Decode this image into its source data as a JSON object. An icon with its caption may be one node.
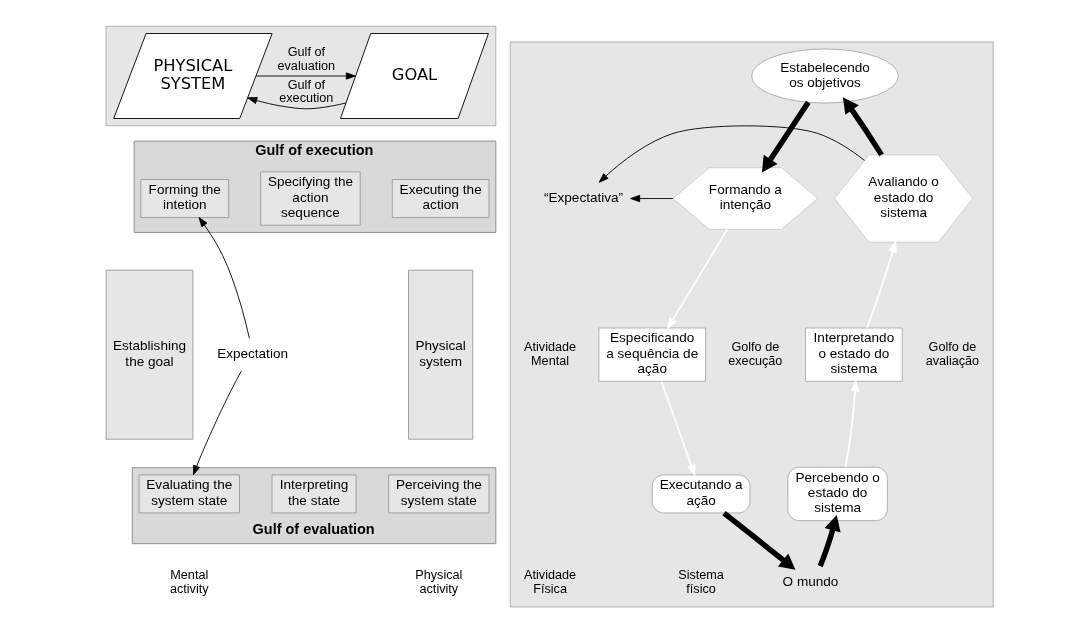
{
  "diagram": {
    "nodes": [
      {
        "text": [],
        "shape": "box"
      },
      {
        "text": [
          "PHYSICAL SYSTEM"
        ],
        "in": 0
      },
      {
        "text": [
          "GOAL"
        ],
        "in": 0
      },
      {
        "text": [
          "Establishing the goal"
        ]
      },
      {
        "text": [
          "Gulf of execution"
        ]
      },
      {
        "text": [
          "Forming the intetion"
        ],
        "in": 4
      },
      {
        "text": [
          "Specifying the action sequence"
        ],
        "in": 4
      },
      {
        "text": [
          "Executing the action"
        ],
        "in": 4
      },
      {
        "text": [
          "Physical system"
        ]
      },
      {
        "text": [
          "Gulf of evaluation"
        ]
      },
      {
        "text": [
          "Evaluating the system state"
        ],
        "in": 9
      },
      {
        "text": [
          "Interpreting the state"
        ],
        "in": 9
      },
      {
        "text": [
          "Perceiving the system state"
        ],
        "in": 9
      },
      {
        "text": [
          "Expectation"
        ]
      },
      {
        "text": [],
        "shape": "box"
      },
      {
        "text": [
          "Estabelecendo os objetivos"
        ],
        "in": 14
      },
      {
        "text": [
          "Formando a intenção"
        ],
        "in": 14
      },
      {
        "text": [
          "“Expectativa”"
        ],
        "in": 14
      },
      {
        "text": [
          "Avaliando o estado do sistema"
        ],
        "in": 14
      },
      {
        "text": [
          "Especificando a sequência de ação"
        ],
        "in": 14
      },
      {
        "text": [
          "Executando a ação"
        ],
        "in": 14
      },
      {
        "text": [
          "Interpretando o estado do sistema"
        ],
        "in": 14
      },
      {
        "text": [
          "Percebendo o estado do sistema"
        ],
        "in": 14
      },
      {
        "text": [
          "O mundo"
        ],
        "in": 14
      }
    ],
    "edges": [
      {
        "from": 2,
        "to": 1,
        "arrow": "to",
        "label": "Gulf of execution"
      },
      {
        "from": 1,
        "to": 2,
        "arrow": "to",
        "label": "Gulf of evaluation"
      },
      {
        "from": 13,
        "to": 5,
        "arrow": "to"
      },
      {
        "from": 13,
        "to": 10,
        "arrow": "to"
      },
      {
        "from": 15,
        "to": 16,
        "arrow": "to",
        "style": "thick"
      },
      {
        "from": 18,
        "to": 15,
        "arrow": "to",
        "style": "thick"
      },
      {
        "from": 16,
        "to": 17,
        "arrow": "to"
      },
      {
        "from": 18,
        "to": 17,
        "arrow": "to"
      },
      {
        "from": 16,
        "to": 19,
        "arrow": "to",
        "color": "#ffffff"
      },
      {
        "from": 19,
        "to": 20,
        "arrow": "to",
        "color": "#ffffff"
      },
      {
        "from": 22,
        "to": 21,
        "arrow": "to",
        "color": "#ffffff"
      },
      {
        "from": 21,
        "to": 18,
        "arrow": "to",
        "color": "#ffffff"
      },
      {
        "from": 20,
        "to": 23,
        "arrow": "to",
        "style": "thick"
      },
      {
        "from": 23,
        "to": 22,
        "arrow": "to",
        "style": "thick"
      }
    ],
    "labels": [
      "Mental activity",
      "Physical activity",
      "Atividade Mental",
      "Golfo de execução",
      "Golfo de avaliação",
      "Atividade Física",
      "Sistema físico"
    ]
  }
}
